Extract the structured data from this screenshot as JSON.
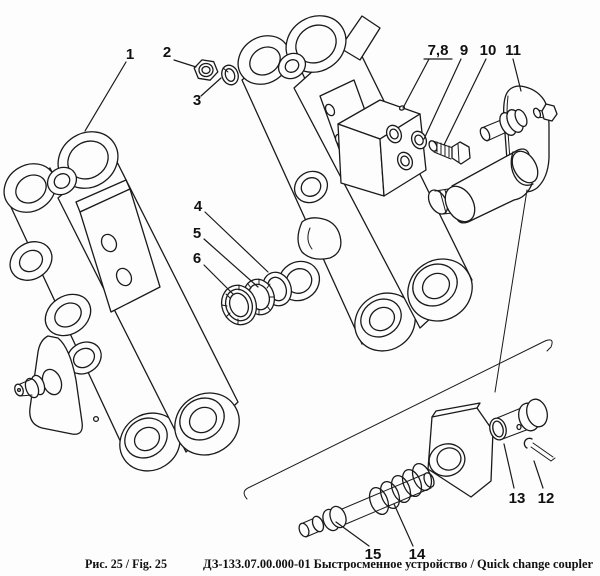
{
  "figure": {
    "fig_label": "Рис. 25 / Fig. 25",
    "caption": "ДЗ-133.07.00.000-01 Быстросменное устройство / Quick change coupler"
  },
  "callouts": [
    {
      "label": "1"
    },
    {
      "label": "2"
    },
    {
      "label": "3"
    },
    {
      "label": "4"
    },
    {
      "label": "5"
    },
    {
      "label": "6"
    },
    {
      "label": "7,8"
    },
    {
      "label": "9"
    },
    {
      "label": "10"
    },
    {
      "label": "11"
    },
    {
      "label": "12"
    },
    {
      "label": "13"
    },
    {
      "label": "14"
    },
    {
      "label": "15"
    }
  ]
}
